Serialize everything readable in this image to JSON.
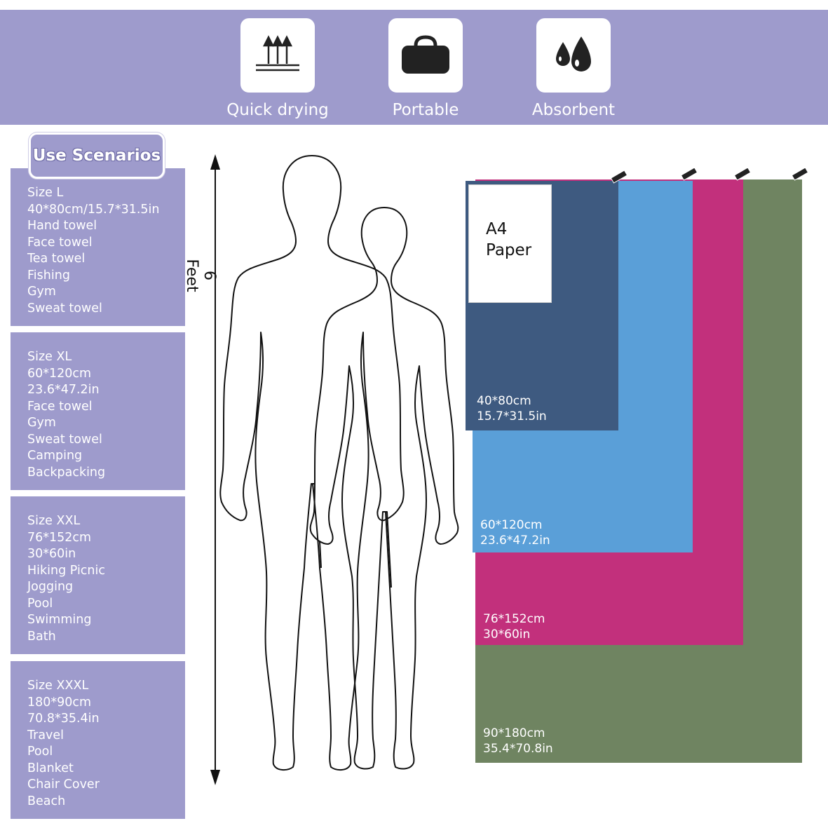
{
  "features": [
    {
      "label": "Quick drying",
      "icon": "quick-drying-arrows-icon"
    },
    {
      "label": "Portable",
      "icon": "bag-icon"
    },
    {
      "label": "Absorbent",
      "icon": "water-drops-icon"
    }
  ],
  "scenarios": {
    "title": "Use Scenarios",
    "cards": [
      {
        "lines": [
          "Size L",
          "40*80cm/15.7*31.5in",
          "Hand towel",
          "Face towel",
          "Tea towel",
          "Fishing",
          "Gym",
          "Sweat towel"
        ]
      },
      {
        "lines": [
          "Size XL",
          "60*120cm",
          "23.6*47.2in",
          "Face towel",
          "Gym",
          "Sweat towel",
          "Camping",
          "Backpacking"
        ]
      },
      {
        "lines": [
          "Size XXL",
          "76*152cm",
          "30*60in",
          "Hiking Picnic",
          "Jogging",
          "Pool",
          "Swimming",
          "Bath"
        ]
      },
      {
        "lines": [
          "Size XXXL",
          "180*90cm",
          "70.8*35.4in",
          "Travel",
          "Pool",
          "Blanket",
          "Chair Cover",
          "Beach"
        ]
      }
    ]
  },
  "height_label": "6 Feet",
  "a4": {
    "line1": "A4",
    "line2": "Paper"
  },
  "towels": [
    {
      "cm": "40*80cm",
      "in": "15.7*31.5in",
      "color": "#3e5a80"
    },
    {
      "cm": "60*120cm",
      "in": "23.6*47.2in",
      "color": "#5a9fd8"
    },
    {
      "cm": "76*152cm",
      "in": "30*60in",
      "color": "#c2307c"
    },
    {
      "cm": "90*180cm",
      "in": "35.4*70.8in",
      "color": "#6f8461"
    }
  ],
  "colors": {
    "banner": "#9e9bcc",
    "card": "#9e9bcc"
  }
}
